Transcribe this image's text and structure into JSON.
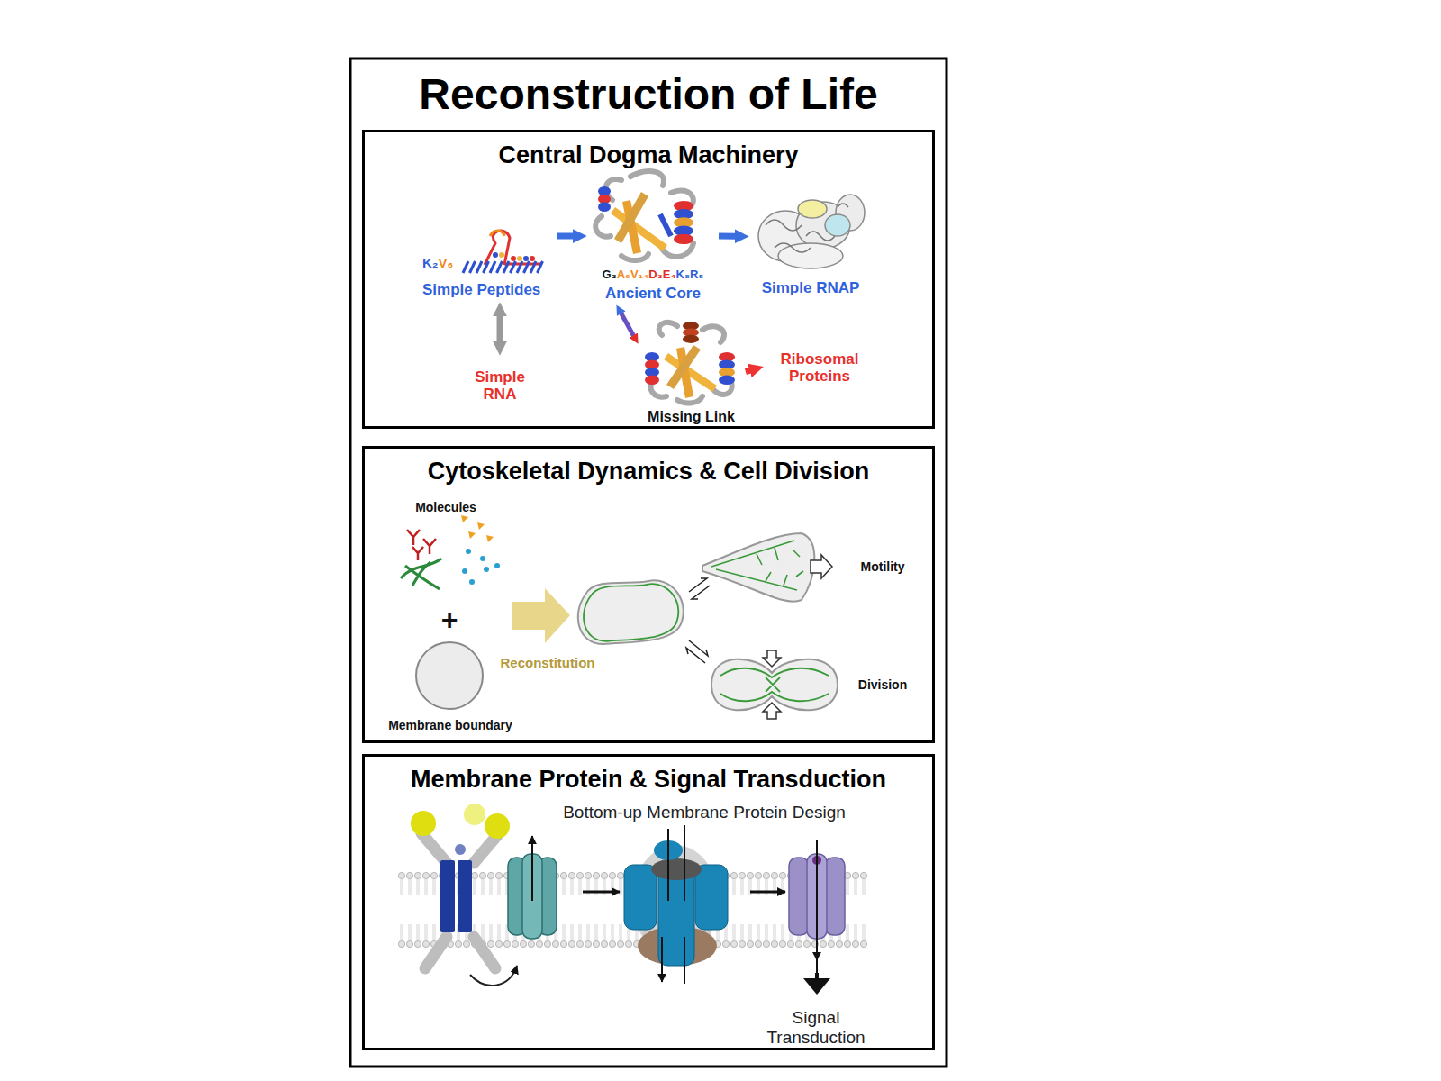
{
  "diagram": {
    "title": "Reconstruction of Life",
    "nodes": [
      {
        "text": [
          "Central Dogma Machinery"
        ]
      },
      {
        "text": [
          "K₂V₆",
          "Simple Peptides"
        ],
        "in": 0
      },
      {
        "text": [
          "G₃A₆V₁₄D₃E₄K₈R₅",
          "Ancient Core"
        ],
        "in": 0
      },
      {
        "text": [
          "Simple RNAP"
        ],
        "in": 0
      },
      {
        "text": [
          "Simple RNA"
        ],
        "in": 0
      },
      {
        "text": [
          "Missing Link"
        ],
        "in": 0
      },
      {
        "text": [
          "Ribosomal Proteins"
        ],
        "in": 0
      },
      {
        "text": [
          "Cytoskeletal Dynamics & Cell Division"
        ]
      },
      {
        "text": [
          "Membrane Protein & Signal Transduction"
        ]
      }
    ],
    "edges": [
      {
        "from": 1,
        "to": 2,
        "arrow": "to"
      },
      {
        "from": 2,
        "to": 3,
        "arrow": "to"
      },
      {
        "from": 1,
        "to": 4,
        "arrow": "both"
      },
      {
        "from": 2,
        "to": 5,
        "arrow": "both"
      },
      {
        "from": 5,
        "to": 6,
        "arrow": "to"
      }
    ],
    "labels": [
      "Molecules",
      "+",
      "Membrane boundary",
      "Reconstitution",
      "Motility",
      "Division",
      "Bottom-up Membrane Protein Design",
      "Signal Transduction"
    ]
  }
}
